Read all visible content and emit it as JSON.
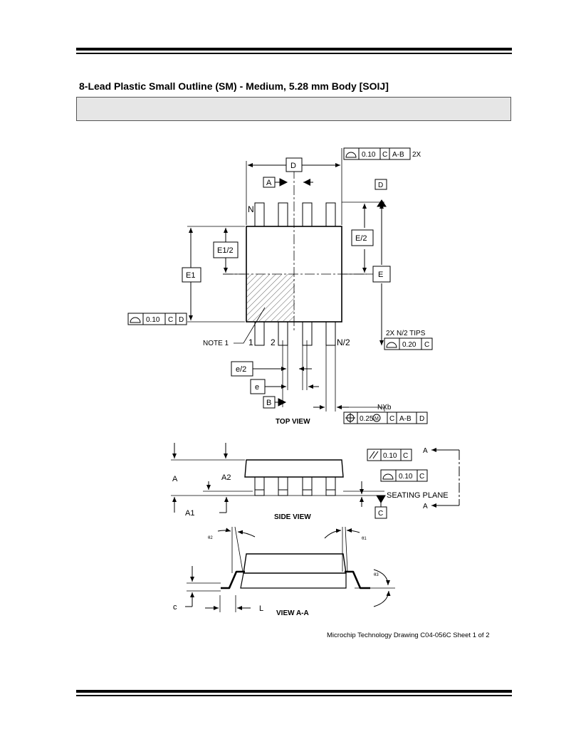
{
  "header": {
    "title": "8-Lead Plastic Small Outline (SM) - Medium, 5.28 mm Body  [SOIJ]"
  },
  "footer": {
    "credit": "Microchip Technology Drawing  C04-056C Sheet 1 of 2"
  },
  "top_view": {
    "caption": "TOP VIEW",
    "dim_D": "D",
    "dim_E": "E",
    "dim_E_half": "E/2",
    "dim_E1": "E1",
    "dim_E1_half": "E1/2",
    "dim_e": "e",
    "dim_e_half": "e/2",
    "datum_A": "A",
    "datum_B": "B",
    "datum_D": "D",
    "label_N": "N",
    "label_1": "1",
    "label_2": "2",
    "label_N2": "N/2",
    "note1": "NOTE 1",
    "tips": "2X N/2 TIPS",
    "nxb": "NXb",
    "fcf_top": {
      "value": "0.10",
      "datum1": "C",
      "datum2": "A-B",
      "suffix": "2X"
    },
    "fcf_left": {
      "value": "0.10",
      "datum1": "C",
      "datum2": "D"
    },
    "fcf_tips": {
      "value": "0.20",
      "datum1": "C"
    },
    "fcf_pos": {
      "value": "0.25",
      "mod": "M",
      "datum1": "C",
      "datum2": "A-B",
      "datum3": "D"
    }
  },
  "side_view": {
    "caption": "SIDE VIEW",
    "dim_A": "A",
    "dim_A1": "A1",
    "dim_A2": "A2",
    "section_A": "A",
    "datum_C": "C",
    "seating": "SEATING PLANE",
    "fcf_parallel": {
      "value": "0.10",
      "datum1": "C"
    },
    "fcf_flat": {
      "value": "0.10",
      "datum1": "C"
    }
  },
  "view_aa": {
    "caption": "VIEW A-A",
    "dim_c": "c",
    "dim_L": "L",
    "theta1": "θ1",
    "theta2": "θ2",
    "theta3": "θ3"
  }
}
